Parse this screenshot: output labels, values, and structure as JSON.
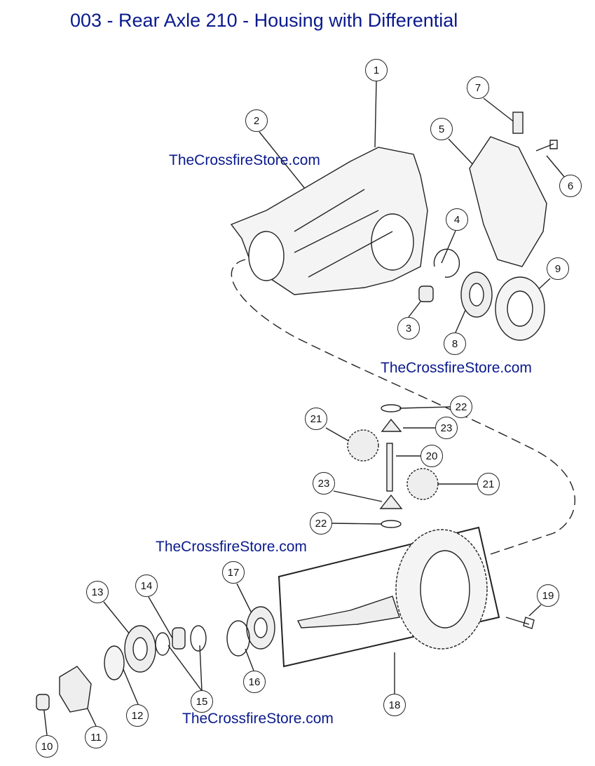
{
  "title": "003 - Rear Axle 210 - Housing with Differential",
  "watermark": "TheCrossfireStore.com",
  "callouts": [
    "1",
    "2",
    "3",
    "4",
    "5",
    "6",
    "7",
    "8",
    "9",
    "10",
    "11",
    "12",
    "13",
    "14",
    "15",
    "16",
    "17",
    "18",
    "19",
    "20",
    "21",
    "21",
    "22",
    "22",
    "23",
    "23"
  ]
}
